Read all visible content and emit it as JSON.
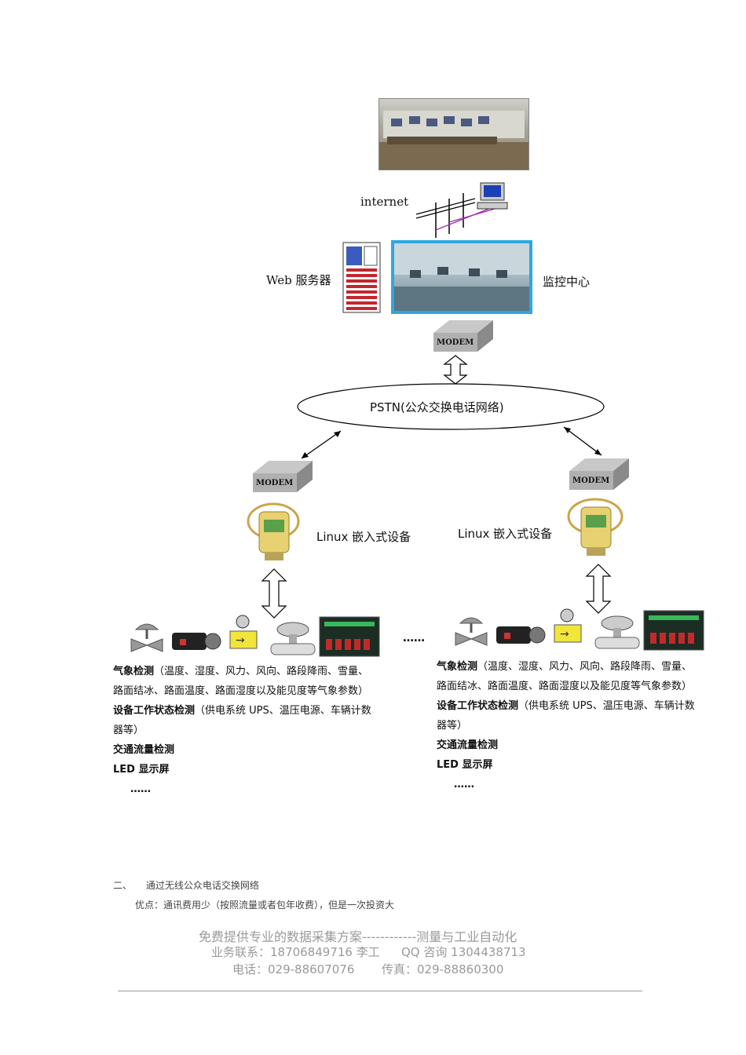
{
  "diagram": {
    "internet_label": "internet",
    "web_server_label": "Web 服务器",
    "monitor_center_label": "监控中心",
    "modem_label": "MODEM",
    "pstn_label": "PSTN(公众交换电话网络)",
    "linux_device_label": "Linux 嵌入式设备",
    "ellipsis": "……",
    "left_list": {
      "line1_bold": "气象检测",
      "line1_rest": "（温度、湿度、风力、风向、路段降雨、雪量、",
      "line2": "路面结冰、路面温度、路面湿度以及能见度等气象参数）",
      "line3_bold": "设备工作状态检测",
      "line3_rest": "（供电系统 UPS、温压电源、车辆计数",
      "line4": "器等）",
      "line5": "交通流量检测",
      "line6": "LED 显示屏",
      "line7": "……"
    },
    "right_list": {
      "line1_bold": "气象检测",
      "line1_rest": "（温度、湿度、风力、风向、路段降雨、雪量、",
      "line2": "路面结冰、路面温度、路面湿度以及能见度等气象参数）",
      "line3_bold": "设备工作状态检测",
      "line3_rest": "（供电系统 UPS、温压电源、车辆计数",
      "line4": "器等）",
      "line5": "交通流量检测",
      "line6": "LED 显示屏",
      "line7": "……"
    }
  },
  "section": {
    "number": "二、",
    "title": "通过无线公众电话交换网络",
    "advantage": "优点：通讯费用少（按照流量或者包年收费），但是一次投资大"
  },
  "ad": {
    "line1": "免费提供专业的数据采集方案------------测量与工业自动化",
    "line2_a": "业务联系：18706849716 李工",
    "line2_b": "QQ 咨询 1304438713",
    "line3_a": "电话：029-88607076",
    "line3_b": "传真：029-88860300"
  }
}
